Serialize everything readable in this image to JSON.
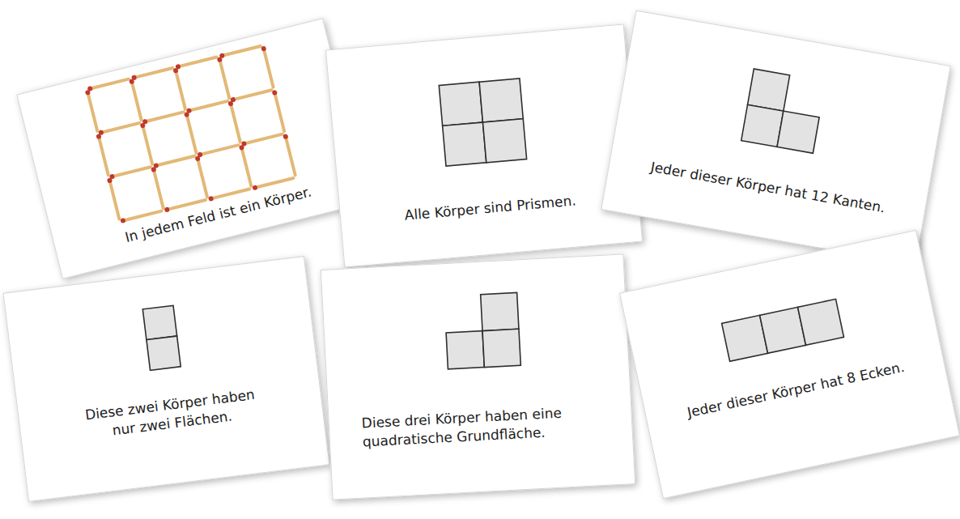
{
  "diagram": {
    "nodes": [
      {
        "text": [
          "In jedem Feld ist ein Körper."
        ]
      },
      {
        "text": [
          "Alle Körper sind Prismen."
        ]
      },
      {
        "text": [
          "Jeder dieser Körper hat 12 Kanten."
        ]
      },
      {
        "text": [
          "Diese zwei Körper haben nur zwei Flächen."
        ]
      },
      {
        "text": [
          "Diese drei Körper haben eine quadratische Grundfläche."
        ]
      },
      {
        "text": [
          "Jeder dieser Körper hat 8 Ecken."
        ]
      }
    ]
  }
}
